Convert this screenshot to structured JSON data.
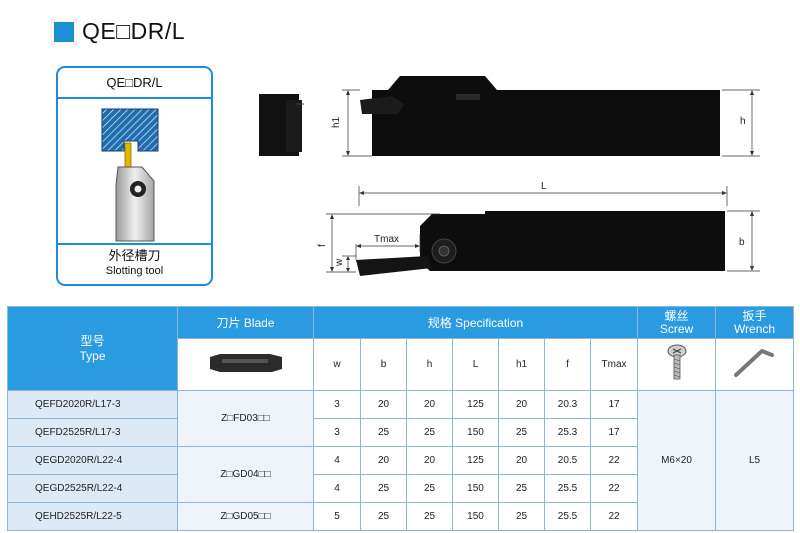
{
  "title": "QE□DR/L",
  "colors": {
    "accent": "#1a8fd8",
    "header_bg": "#2a9be0",
    "row_bg": "#dde9f5",
    "tool_black": "#0d0d0d"
  },
  "card": {
    "heading": "QE□DR/L",
    "label_cn": "外径槽刀",
    "label_en": "Slotting tool"
  },
  "dimensions": {
    "h1": "h1",
    "h": "h",
    "L": "L",
    "b": "b",
    "f": "f",
    "w": "w",
    "tmax": "Tmax"
  },
  "table": {
    "type_header_cn": "型号",
    "type_header_en": "Type",
    "blade_header": "刀片 Blade",
    "spec_header": "规格 Specification",
    "screw_header_cn": "螺丝",
    "screw_header_en": "Screw",
    "wrench_header_cn": "扳手",
    "wrench_header_en": "Wrench",
    "columns": [
      "w",
      "b",
      "h",
      "L",
      "h1",
      "f",
      "Tmax"
    ],
    "rows": [
      {
        "type": "QEFD2020R/L17-3",
        "w": "3",
        "b": "20",
        "h": "20",
        "L": "125",
        "h1": "20",
        "f": "20.3",
        "tmax": "17"
      },
      {
        "type": "QEFD2525R/L17-3",
        "w": "3",
        "b": "25",
        "h": "25",
        "L": "150",
        "h1": "25",
        "f": "25.3",
        "tmax": "17"
      },
      {
        "type": "QEGD2020R/L22-4",
        "w": "4",
        "b": "20",
        "h": "20",
        "L": "125",
        "h1": "20",
        "f": "20.5",
        "tmax": "22"
      },
      {
        "type": "QEGD2525R/L22-4",
        "w": "4",
        "b": "25",
        "h": "25",
        "L": "150",
        "h1": "25",
        "f": "25.5",
        "tmax": "22"
      },
      {
        "type": "QEHD2525R/L22-5",
        "w": "5",
        "b": "25",
        "h": "25",
        "L": "150",
        "h1": "25",
        "f": "25.5",
        "tmax": "22"
      }
    ],
    "blades": [
      "Z□FD03□□",
      "Z□GD04□□",
      "Z□GD05□□"
    ],
    "screw": "M6×20",
    "wrench": "L5"
  }
}
